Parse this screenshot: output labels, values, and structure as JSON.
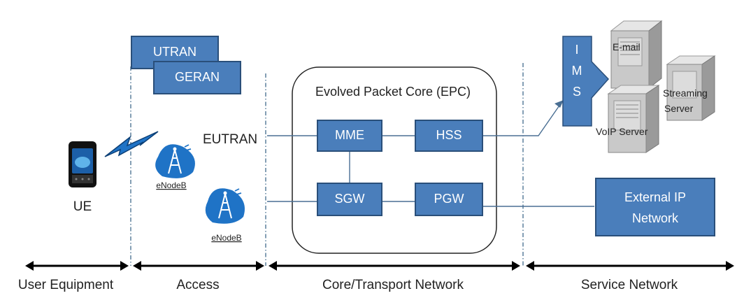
{
  "boxes": {
    "utran": "UTRAN",
    "geran": "GERAN",
    "mme": "MME",
    "hss": "HSS",
    "sgw": "SGW",
    "pgw": "PGW",
    "ims": [
      "I",
      "M",
      "S"
    ],
    "external_ip": [
      "External IP",
      "Network"
    ]
  },
  "labels": {
    "eutran": "EUTRAN",
    "epc": "Evolved Packet Core (EPC)",
    "ue": "UE",
    "enodeb_1": "eNodeB",
    "enodeb_2": "eNodeB"
  },
  "servers": {
    "email": "E-mail",
    "streaming": [
      "Streaming",
      "Server"
    ],
    "voip": "VoIP Server"
  },
  "domains": {
    "user_equipment": "User Equipment",
    "access": "Access",
    "core": "Core/Transport Network",
    "service": "Service Network"
  },
  "colors": {
    "box_fill": "#4a7ebb",
    "box_stroke": "#2a4f7a",
    "separator": "#5a7f9c",
    "enodeb_blue": "#1f73c6"
  },
  "icons": {
    "phone": "mobile-phone-icon",
    "lightning": "lightning-bolt-icon",
    "enodeb": "cell-tower-icon",
    "server": "server-icon"
  }
}
